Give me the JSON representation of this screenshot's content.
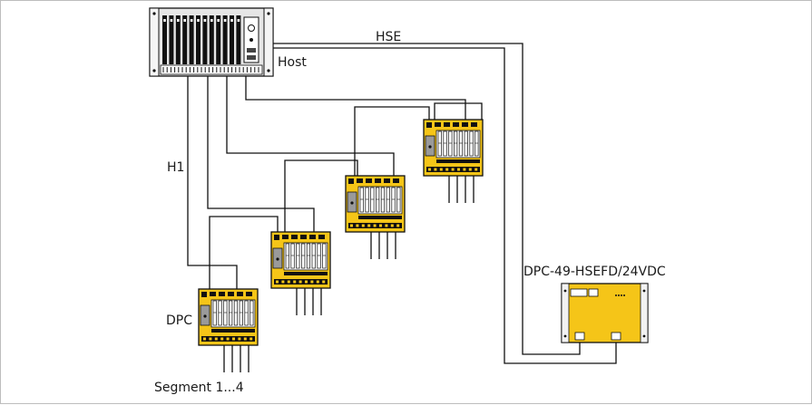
{
  "labels": {
    "host": "Host",
    "hse": "HSE",
    "h1": "H1",
    "dpc": "DPC",
    "segment": "Segment  1...4",
    "hse_module": "DPC-49-HSEFD/24VDC"
  },
  "colors": {
    "module_yellow": "#f5c518",
    "line": "#111111",
    "rack_gray": "#e6e6e6"
  },
  "icons": [
    "host-rack-icon",
    "dpc-module-icon",
    "hse-module-icon"
  ]
}
